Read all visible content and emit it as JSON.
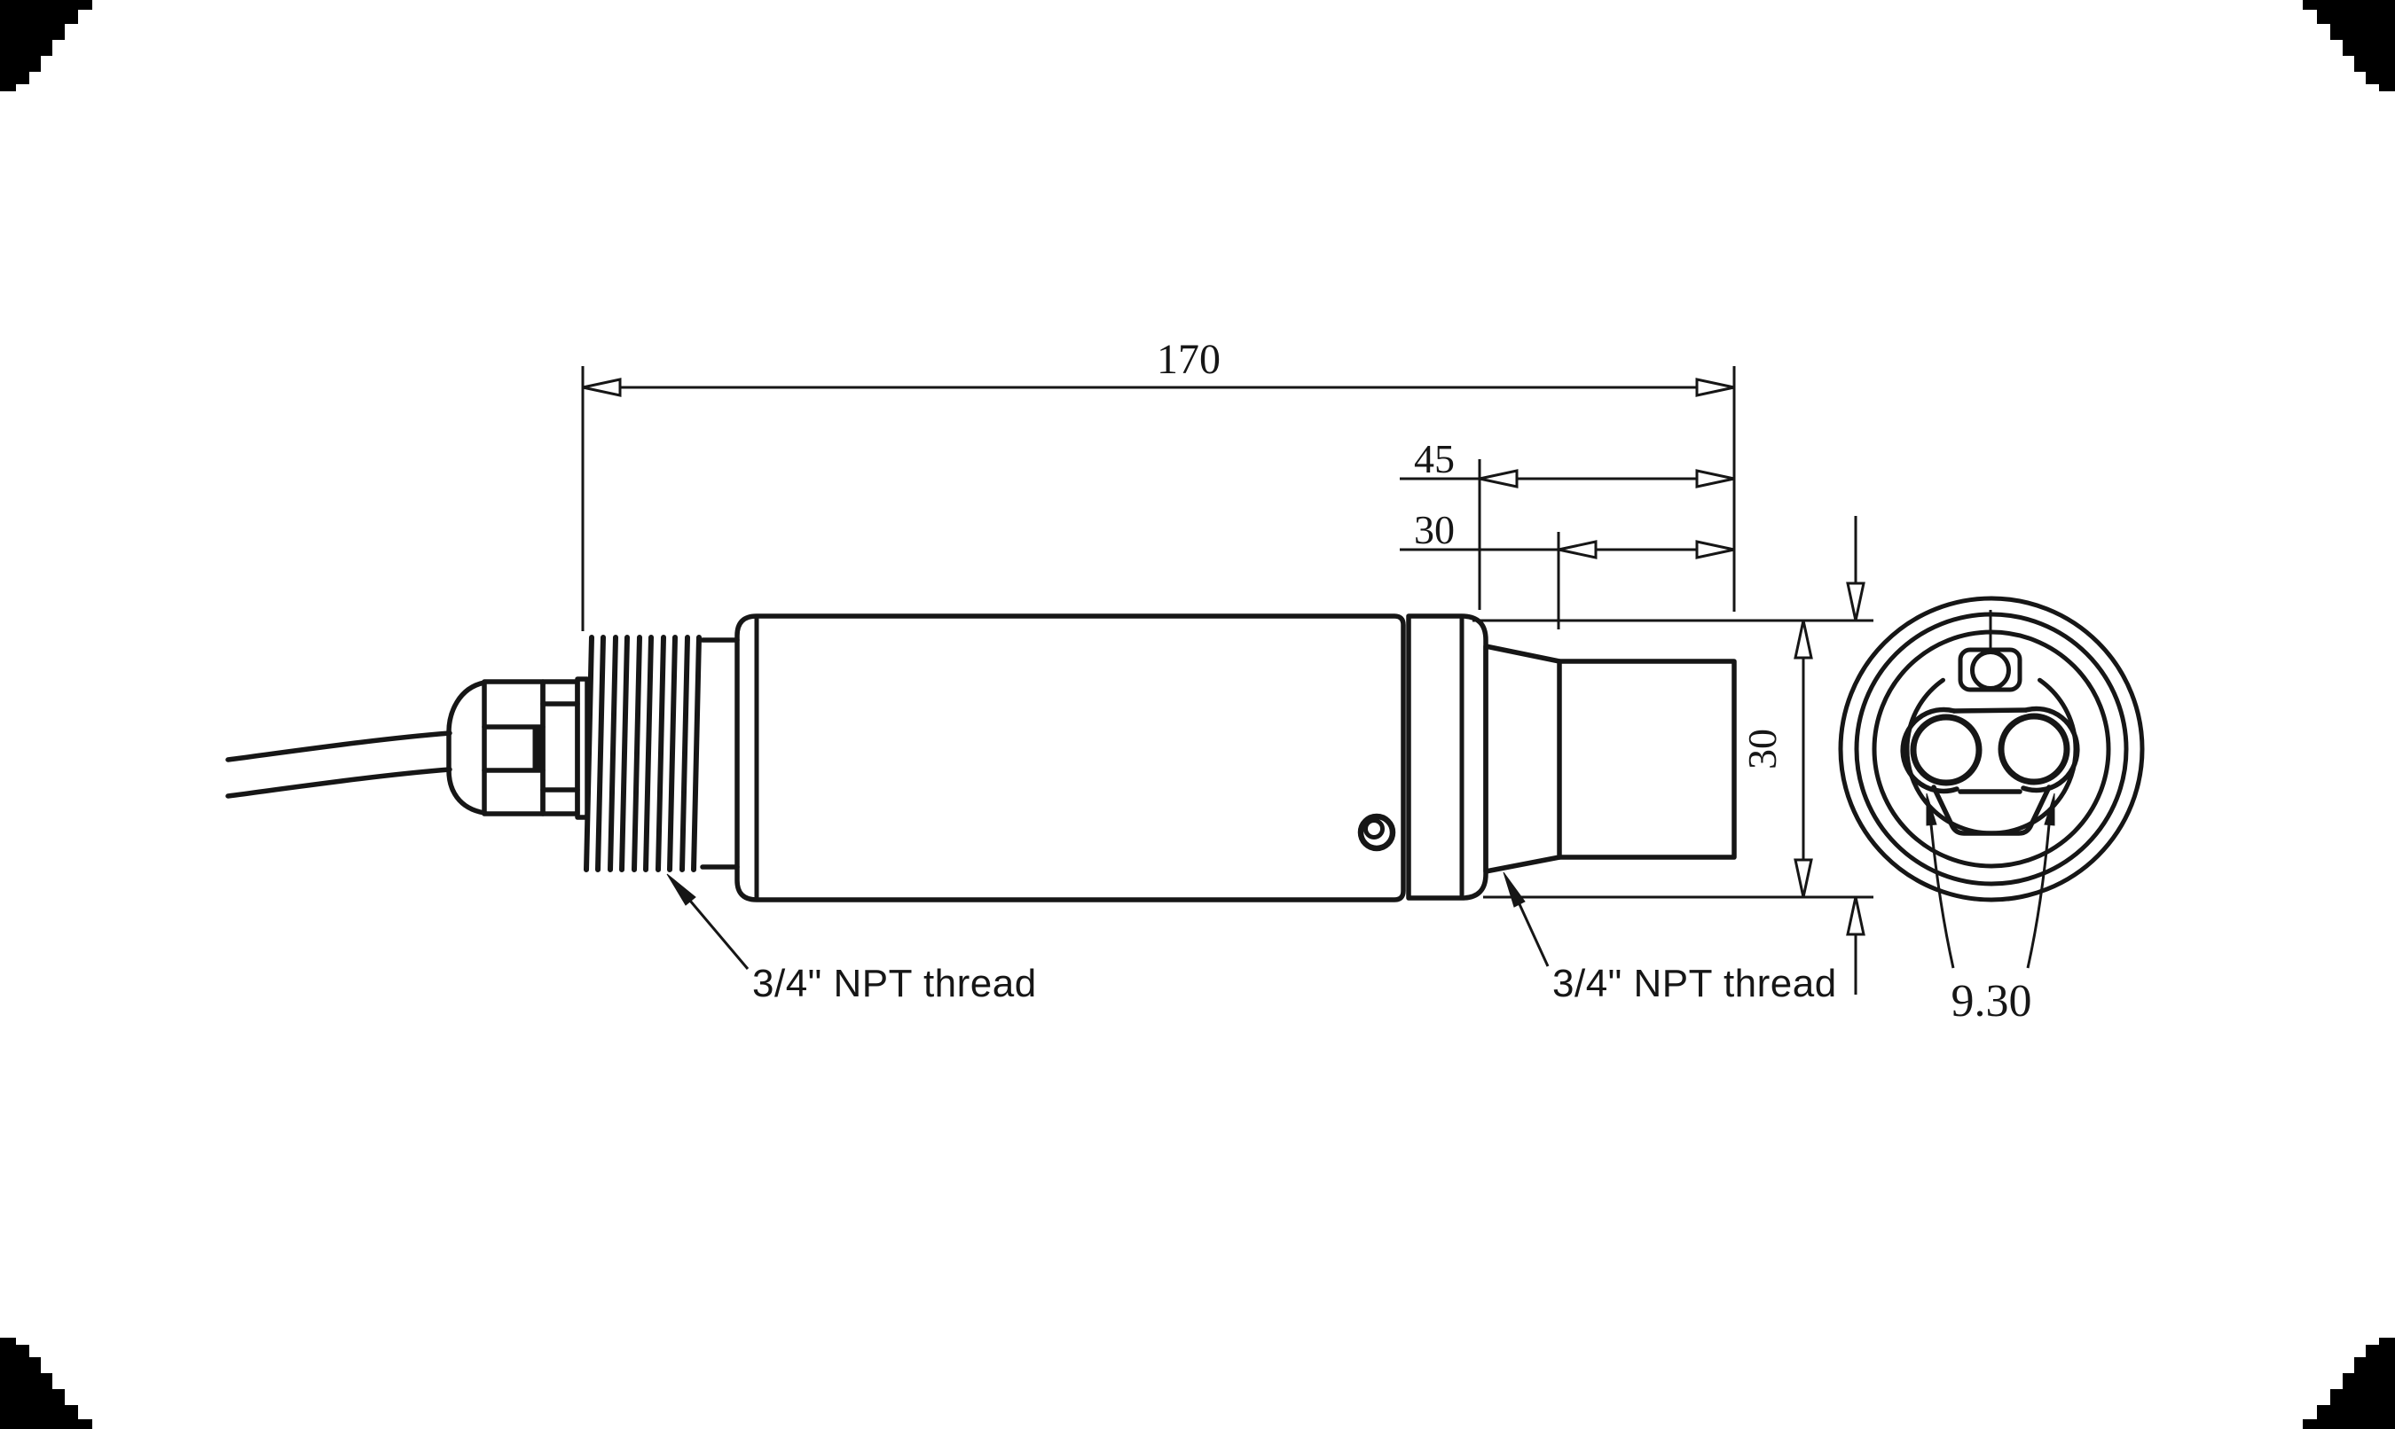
{
  "drawing": {
    "title": "sensor-outline-drawing",
    "dimensions": {
      "overall_length": "170",
      "front_section_length": "45",
      "tip_length": "30",
      "body_diameter": "30",
      "lens_diameter": "9.30"
    },
    "labels": {
      "left_thread": "3/4\" NPT thread",
      "right_thread": "3/4\" NPT thread"
    },
    "colors": {
      "line": "#161616",
      "background": "#ffffff",
      "corner_artifact": "#000000"
    }
  }
}
